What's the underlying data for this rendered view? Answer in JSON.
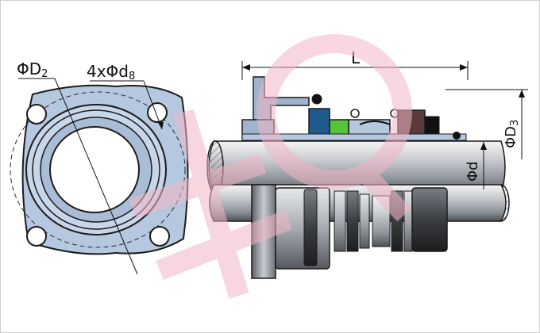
{
  "labels": {
    "d2_symbol": "ΦD",
    "d2_sub": "2",
    "holes": "4xΦd",
    "holes_sub": "8",
    "length": "L",
    "d3_symbol": "ΦD",
    "d3_sub": "3",
    "shaft": "Φd"
  },
  "watermark": "HQ",
  "colors": {
    "flange_blue": "#b6c8df",
    "outline": "#1b1b1b",
    "watermark": "#f2b6c6",
    "shaft_mid": "#9ea3aa",
    "seal_dark": "#2f2f2f",
    "seal_blue": "#1f5a8c",
    "seal_green": "#56c43a",
    "seal_brown": "#5a3a3a"
  }
}
